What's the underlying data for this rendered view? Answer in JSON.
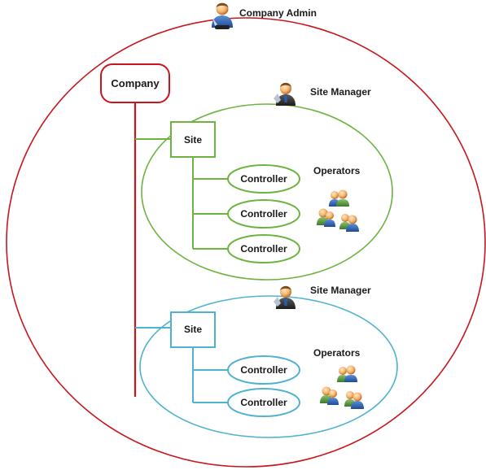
{
  "roles": {
    "company_admin": "Company Admin",
    "site_manager_top": "Site Manager",
    "site_manager_bottom": "Site Manager",
    "operators_top": "Operators",
    "operators_bottom": "Operators"
  },
  "nodes": {
    "company": "Company",
    "site_top": "Site",
    "site_bottom": "Site",
    "controllers_top": [
      "Controller",
      "Controller",
      "Controller"
    ],
    "controllers_bottom": [
      "Controller",
      "Controller"
    ]
  },
  "colors": {
    "company": "#c8161d",
    "site_top": "#6db33f",
    "site_bottom": "#4fb3cf"
  },
  "icons": {
    "admin": "admin-user-icon",
    "manager": "manager-user-icon",
    "operators": "operators-group-icon"
  }
}
